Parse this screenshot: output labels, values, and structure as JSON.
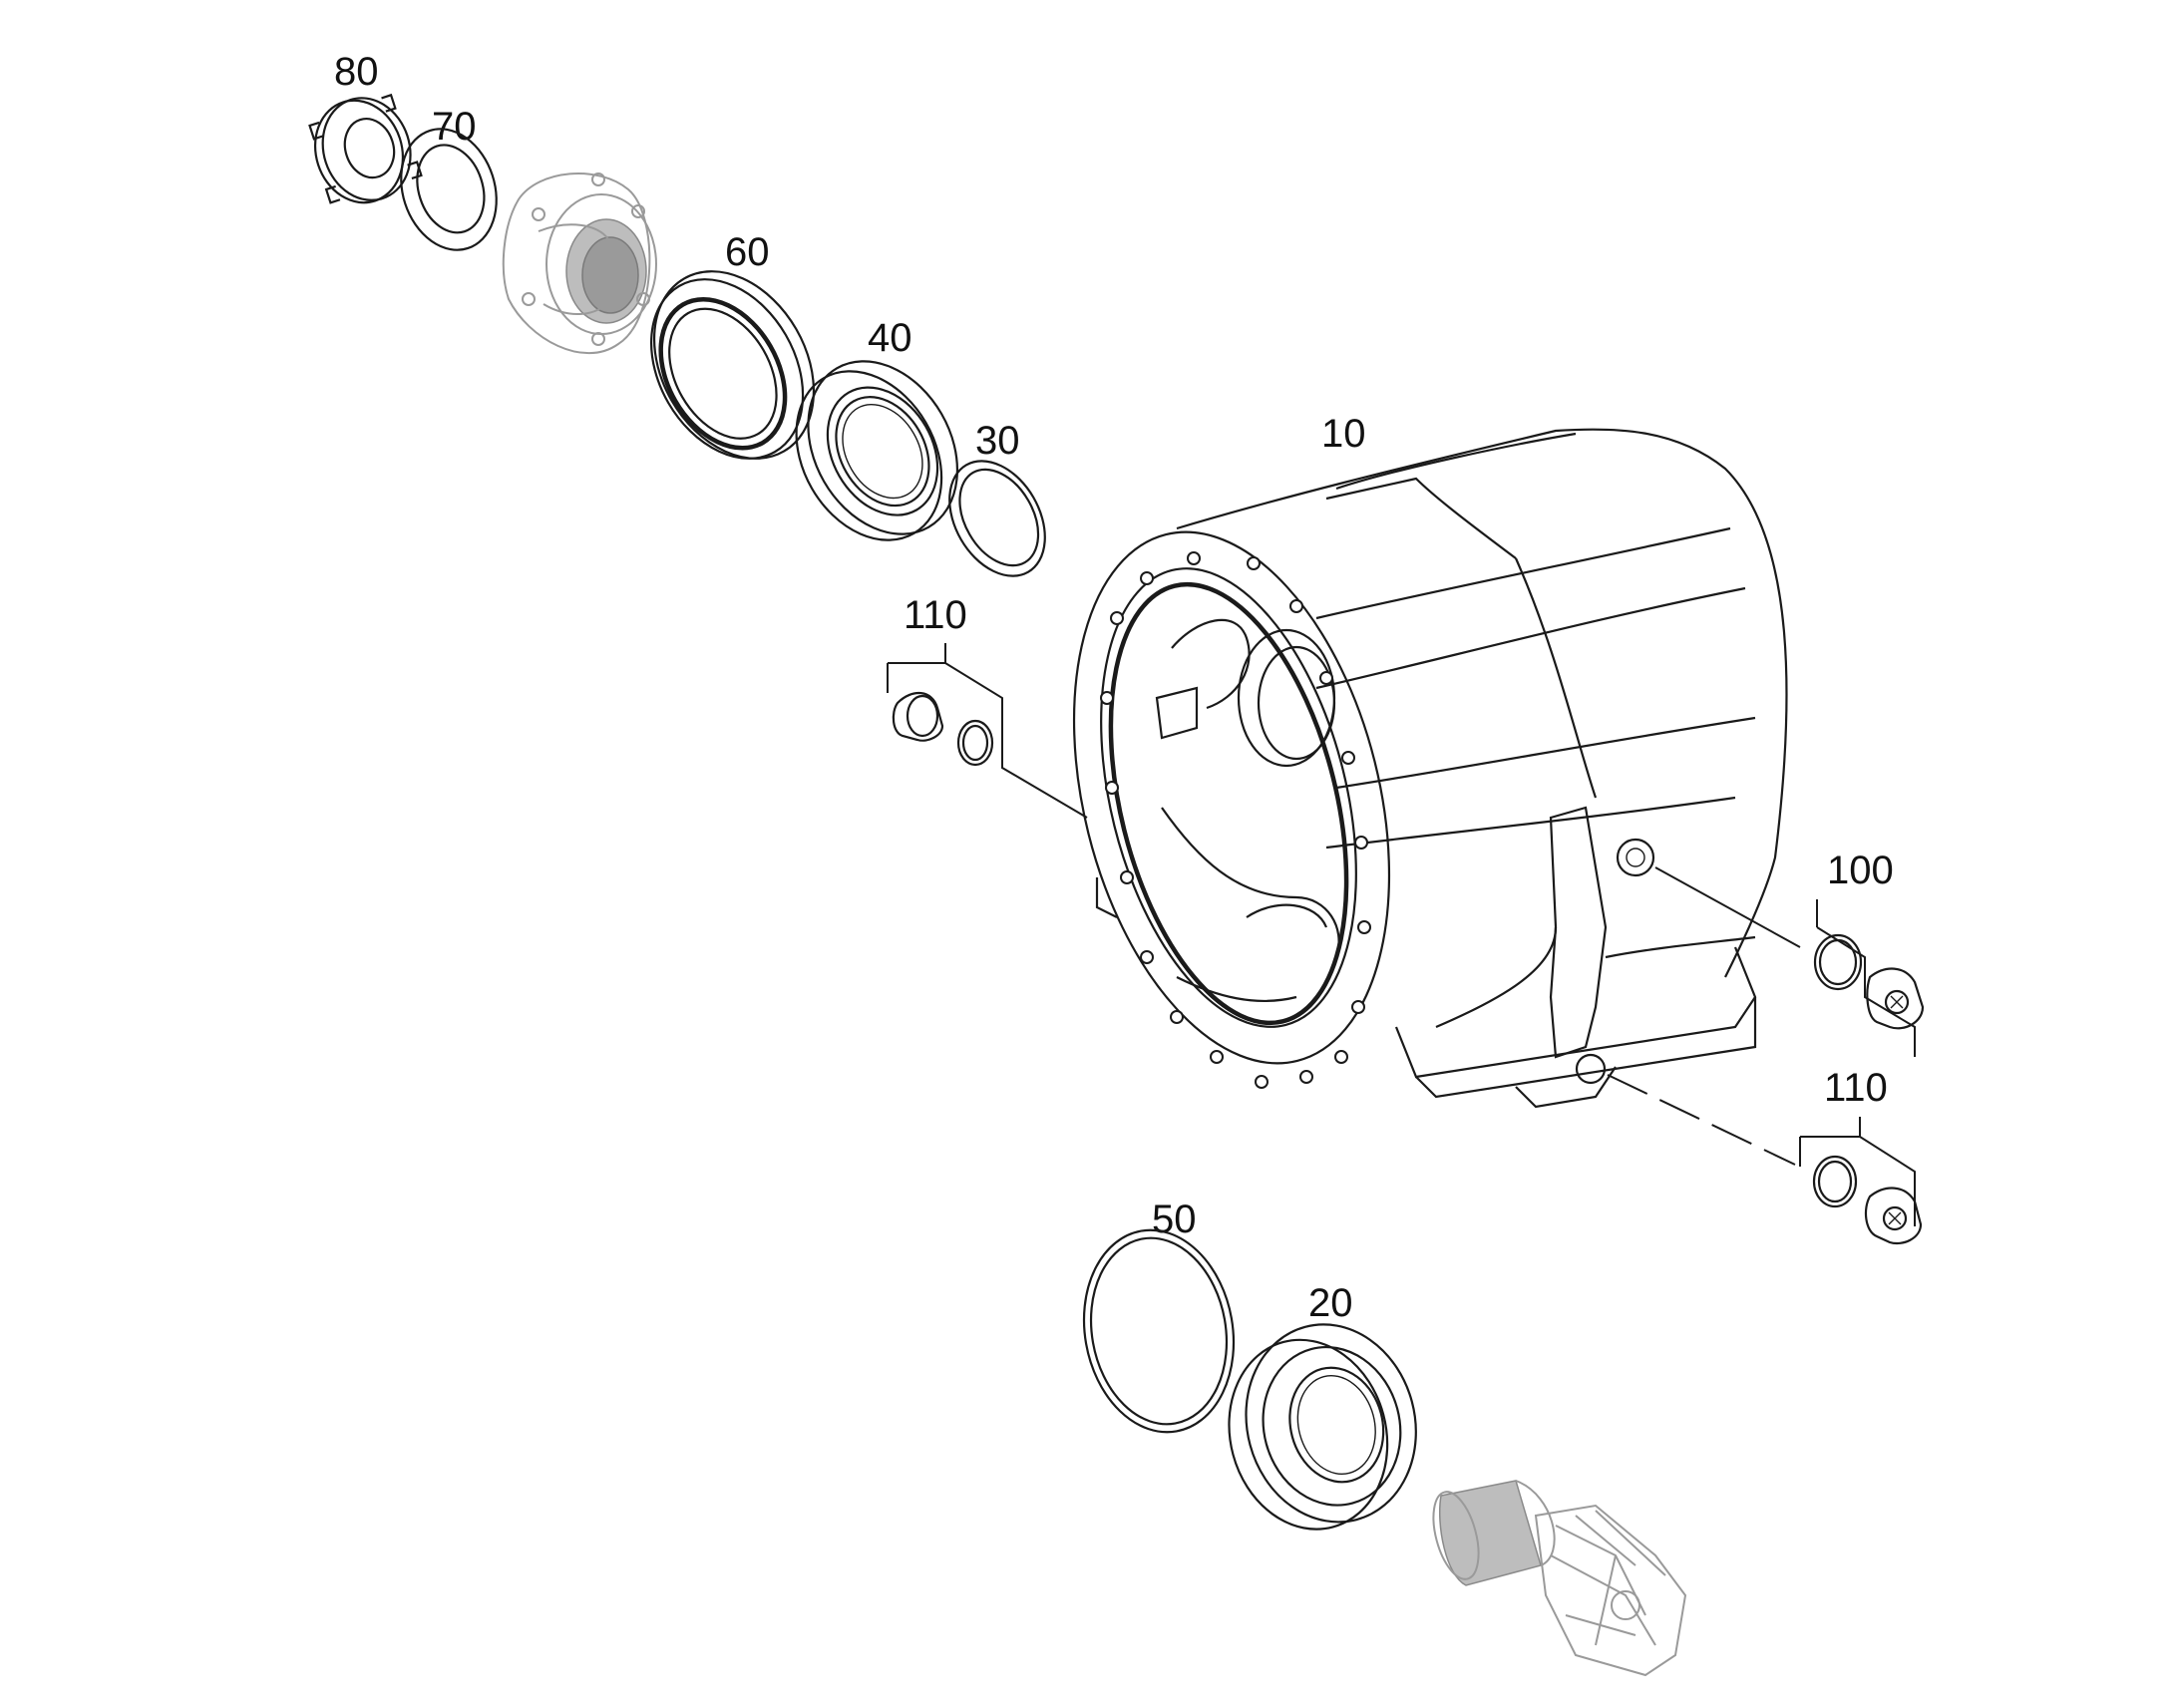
{
  "callouts": {
    "p80": "80",
    "p70": "70",
    "p60": "60",
    "p40": "40",
    "p30": "30",
    "p10": "10",
    "p110a": "110",
    "p100": "100",
    "p110b": "110",
    "p50": "50",
    "p20": "20"
  }
}
